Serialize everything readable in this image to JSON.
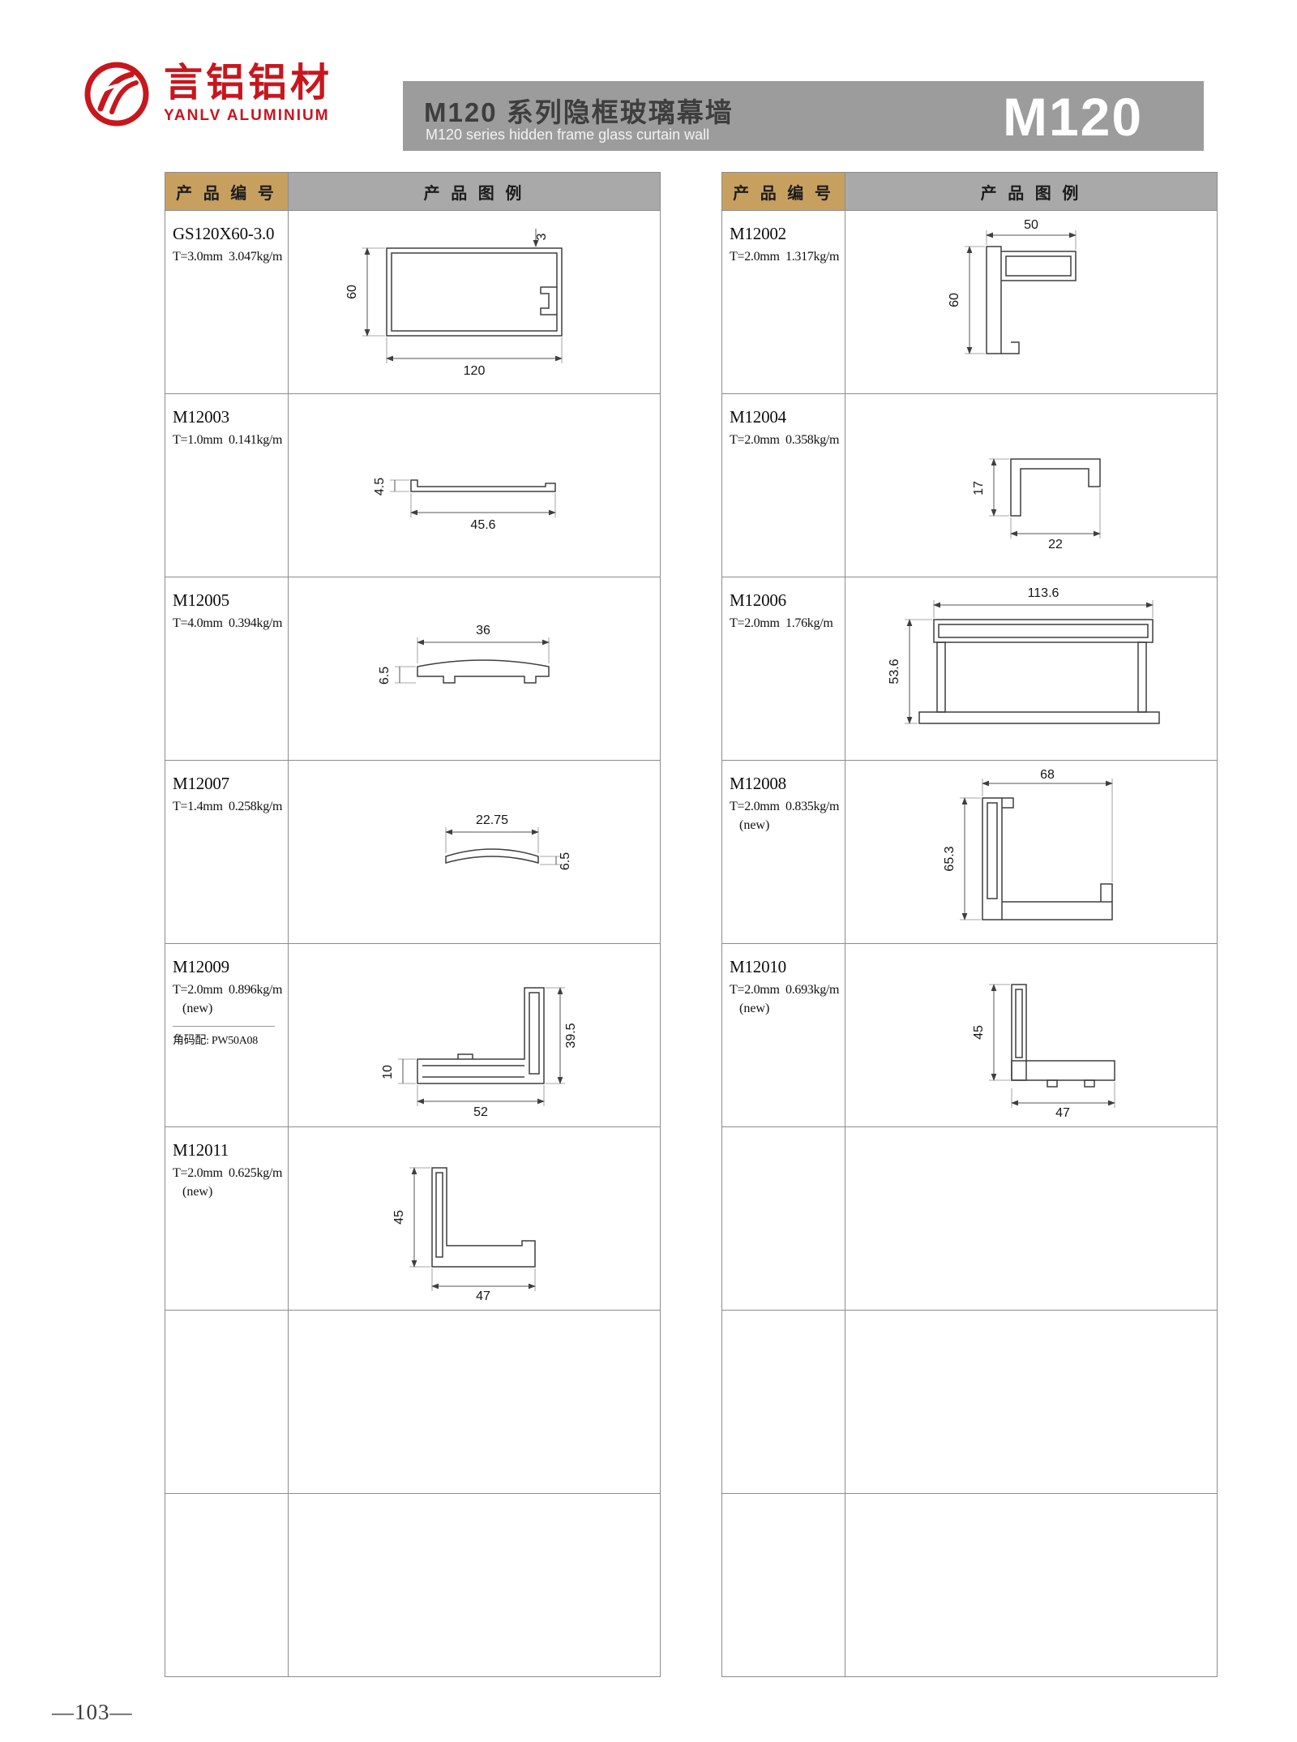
{
  "page": {
    "footer": "—103—"
  },
  "header": {
    "brand_cn": "言铝铝材",
    "brand_en": "YANLV  ALUMINIUM",
    "brand_color": "#c8161d",
    "title_cn": "M120 系列隐框玻璃幕墙",
    "title_en": "M120 series hidden frame glass curtain wall",
    "series_badge": "M120",
    "bar_color": "#9c9c9c"
  },
  "table": {
    "col1_header": "产 品 编 号",
    "col2_header": "产 品 图 例",
    "col1_header_bg": "#c7a060",
    "col2_header_bg": "#a9a9a9"
  },
  "products_left": [
    {
      "code": "GS120X60-3.0",
      "spec": "T=3.0mm  3.047kg/m",
      "dims": {
        "width": "120",
        "height": "60",
        "wall": "3"
      }
    },
    {
      "code": "M12003",
      "spec": "T=1.0mm  0.141kg/m",
      "dims": {
        "width": "45.6",
        "height": "4.5"
      }
    },
    {
      "code": "M12005",
      "spec": "T=4.0mm  0.394kg/m",
      "dims": {
        "width": "36",
        "height": "6.5"
      }
    },
    {
      "code": "M12007",
      "spec": "T=1.4mm  0.258kg/m",
      "dims": {
        "width": "22.75",
        "height": "6.5"
      }
    },
    {
      "code": "M12009",
      "spec": "T=2.0mm  0.896kg/m",
      "tag": "(new)",
      "note": "角码配: PW50A08",
      "dims": {
        "width": "52",
        "height": "39.5",
        "inner": "10"
      }
    },
    {
      "code": "M12011",
      "spec": "T=2.0mm  0.625kg/m",
      "tag": "(new)",
      "dims": {
        "width": "47",
        "height": "45"
      }
    }
  ],
  "products_right": [
    {
      "code": "M12002",
      "spec": "T=2.0mm  1.317kg/m",
      "dims": {
        "width": "50",
        "height": "60"
      }
    },
    {
      "code": "M12004",
      "spec": "T=2.0mm  0.358kg/m",
      "dims": {
        "width": "22",
        "height": "17"
      }
    },
    {
      "code": "M12006",
      "spec": "T=2.0mm  1.76kg/m",
      "dims": {
        "width": "113.6",
        "height": "53.6"
      }
    },
    {
      "code": "M12008",
      "spec": "T=2.0mm  0.835kg/m",
      "tag": "(new)",
      "dims": {
        "width": "68",
        "height": "65.3"
      }
    },
    {
      "code": "M12010",
      "spec": "T=2.0mm  0.693kg/m",
      "tag": "(new)",
      "dims": {
        "width": "47",
        "height": "45"
      }
    }
  ]
}
